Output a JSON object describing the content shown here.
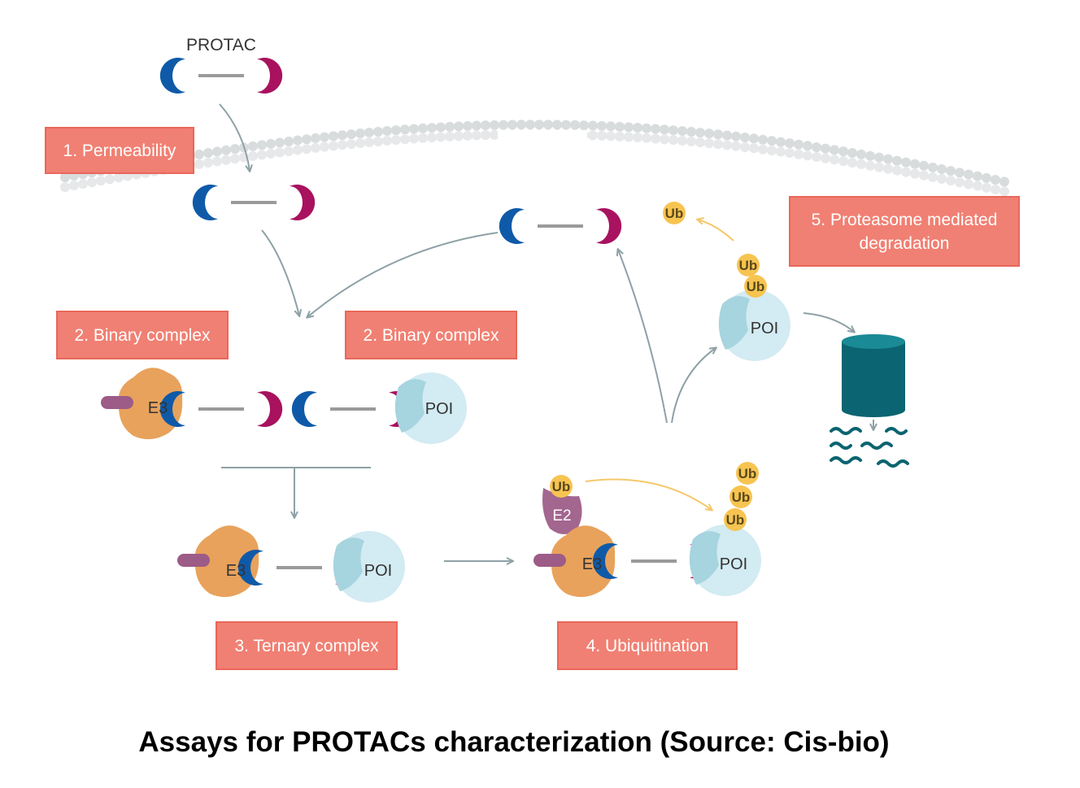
{
  "diagram": {
    "protac_label": "PROTAC",
    "steps": {
      "permeability": "1. Permeability",
      "binary_left": "2. Binary complex",
      "binary_right": "2. Binary complex",
      "ternary": "3. Ternary complex",
      "ubiquitination": "4. Ubiquitination",
      "degradation": "5. Proteasome mediated\ndegradation"
    },
    "labels": {
      "e3": "E3",
      "e2": "E2",
      "poi": "POI",
      "ub": "Ub"
    },
    "colors": {
      "step_box": "#f08073",
      "e3_ligand": "#0f5aa8",
      "poi_ligand": "#a8125f",
      "e3": "#e8a25c",
      "poi": "#d3ebf2",
      "ub": "#f7c451",
      "proteasome": "#0b6471"
    }
  },
  "caption": "Assays for PROTACs characterization (Source: Cis-bio)"
}
